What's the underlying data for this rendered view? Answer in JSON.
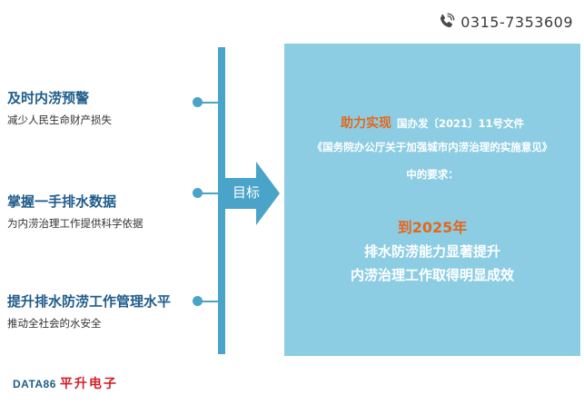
{
  "contact": {
    "phone": "0315-7353609",
    "icon": "phone-icon"
  },
  "goals": [
    {
      "title": "及时内涝预警",
      "desc": "减少人民生命财产损失"
    },
    {
      "title": "掌握一手排水数据",
      "desc": "为内涝治理工作提供科学依据"
    },
    {
      "title": "提升排水防涝工作管理水平",
      "desc": "推动全社会的水安全"
    }
  ],
  "center": {
    "label": "目标"
  },
  "panel": {
    "highlight": "助力实现",
    "doc_ref": "国办发〔2021〕11号文件",
    "doc_title": "《国务院办公厅关于加强城市内涝治理的实施意见》",
    "requirement": "中的要求：",
    "year": "到2025年",
    "target1": "排水防涝能力显著提升",
    "target2": "内涝治理工作取得明显成效"
  },
  "brand": {
    "en": "DATA86",
    "cn": "平升电子"
  },
  "colors": {
    "accent": "#4aa3c8",
    "panel": "#8dcde3",
    "heading": "#1f5c8b",
    "highlight": "#e2681d",
    "brand_red": "#d2202a"
  }
}
